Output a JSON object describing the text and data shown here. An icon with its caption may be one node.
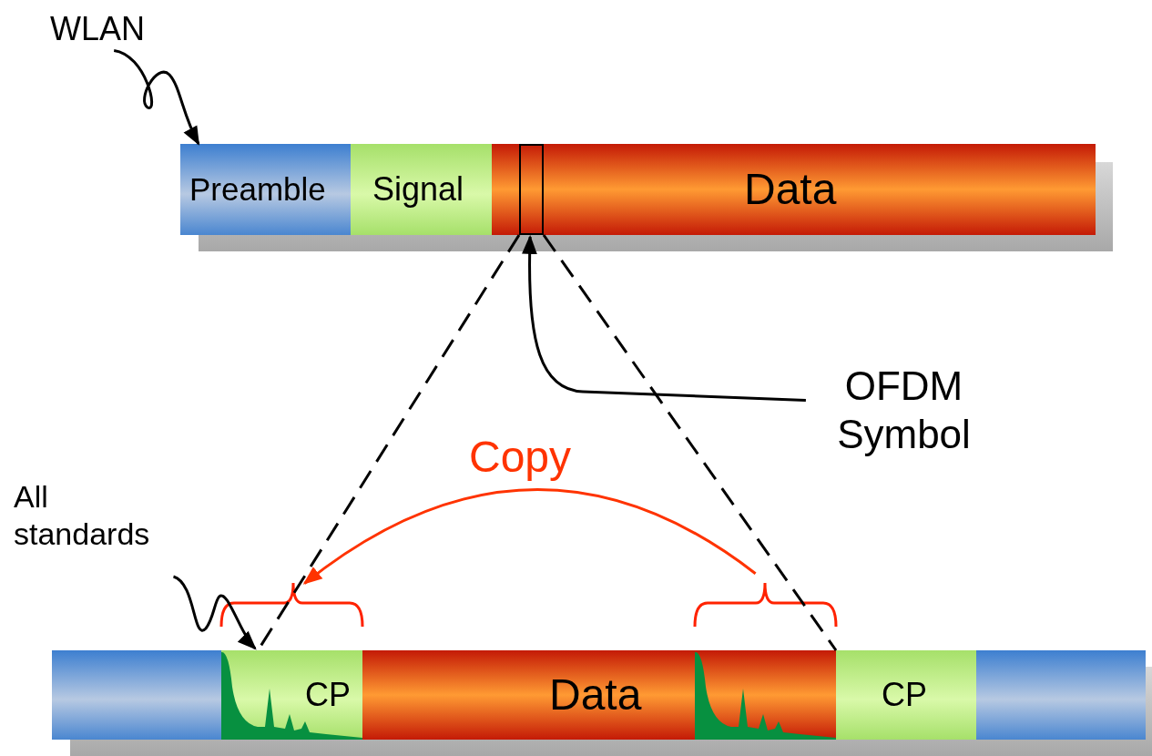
{
  "diagram": {
    "nodes": [
      {
        "text": [
          "WLAN"
        ]
      },
      {
        "text": [
          "Preamble"
        ]
      },
      {
        "text": [
          "Signal"
        ]
      },
      {
        "text": [
          "Data"
        ]
      },
      {
        "text": [],
        "shape": "box",
        "in": 3
      },
      {
        "text": [
          "OFDM Symbol"
        ]
      },
      {
        "text": [
          "All standards"
        ]
      },
      {
        "text": [],
        "shape": "bar"
      },
      {
        "text": [
          "CP"
        ]
      },
      {
        "text": [
          "Data"
        ]
      },
      {
        "text": [],
        "shape": "bar"
      },
      {
        "text": [
          "CP"
        ]
      },
      {
        "text": [],
        "shape": "bar"
      }
    ],
    "edges": [
      {
        "from": 0,
        "to": 1,
        "arrow": "to"
      },
      {
        "from": 4,
        "to": 8,
        "arrow": "none",
        "style": "dashed"
      },
      {
        "from": 4,
        "to": 10,
        "arrow": "none",
        "style": "dashed"
      },
      {
        "from": 5,
        "to": 4,
        "arrow": "to"
      },
      {
        "from": 10,
        "to": 8,
        "arrow": "to",
        "label": "Copy",
        "color": "#ff3300"
      },
      {
        "from": 6,
        "to": 8,
        "arrow": "to"
      }
    ]
  }
}
